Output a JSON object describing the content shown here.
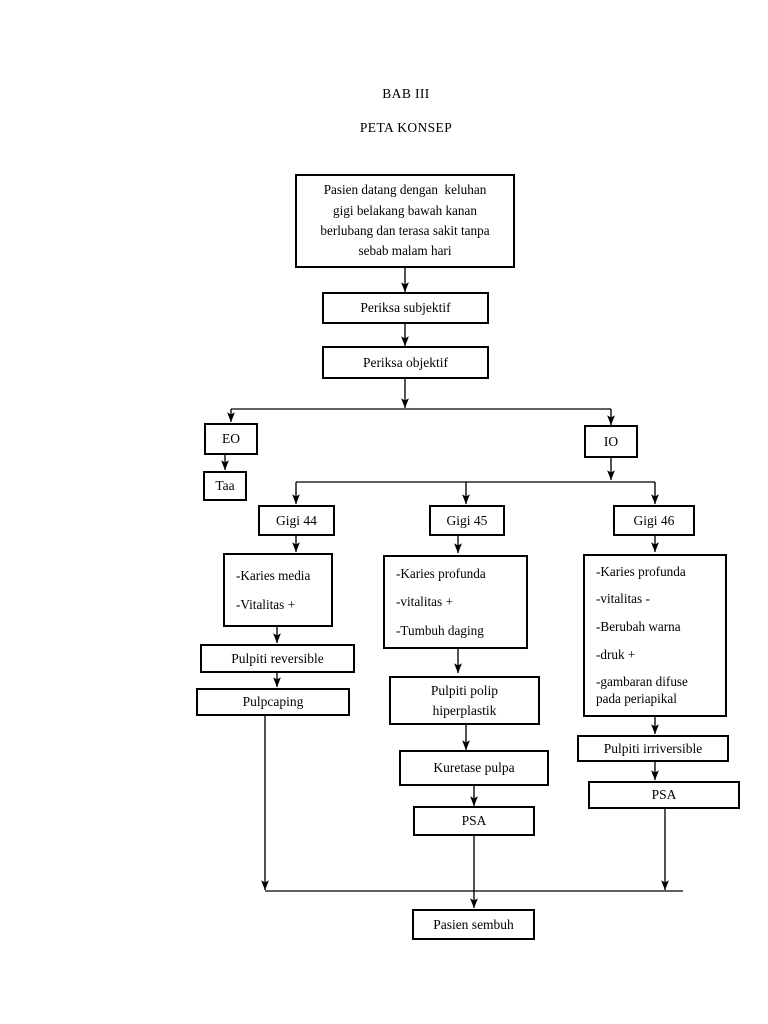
{
  "document": {
    "chapter_heading": "BAB III",
    "subtitle": "PETA KONSEP"
  },
  "flowchart": {
    "nodes": {
      "complaint": {
        "lines": [
          "Pasien datang dengan  keluhan",
          "gigi belakang bawah kanan",
          "berlubang dan terasa sakit tanpa",
          "sebab malam hari"
        ]
      },
      "subjective_exam": {
        "label": "Periksa subjektif"
      },
      "objective_exam": {
        "label": "Periksa objektif"
      },
      "eo": {
        "label": "EO"
      },
      "io": {
        "label": "IO"
      },
      "taa": {
        "label": "Taa"
      },
      "tooth_44": {
        "label": "Gigi 44"
      },
      "tooth_45": {
        "label": "Gigi 45"
      },
      "tooth_46": {
        "label": "Gigi 46"
      },
      "findings_44": {
        "lines": [
          "-Karies media",
          "-Vitalitas +"
        ]
      },
      "findings_45": {
        "lines": [
          "-Karies profunda",
          "-vitalitas +",
          "-Tumbuh daging"
        ]
      },
      "findings_46": {
        "lines": [
          "-Karies profunda",
          "-vitalitas -",
          "-Berubah warna",
          "-druk +",
          "-gambaran difuse\npada periapikal"
        ]
      },
      "diagnosis_44": {
        "label": "Pulpiti reversible"
      },
      "treatment_44": {
        "label": "Pulpcaping"
      },
      "diagnosis_45": {
        "lines": [
          "Pulpiti polip",
          "hiperplastik"
        ]
      },
      "treatment_45a": {
        "label": "Kuretase pulpa"
      },
      "treatment_45b": {
        "label": "PSA"
      },
      "diagnosis_46": {
        "label": "Pulpiti irriversible"
      },
      "treatment_46": {
        "label": "PSA"
      },
      "outcome": {
        "label": "Pasien sembuh"
      }
    },
    "style": {
      "line_color": "#000000",
      "box_border_color": "#000000",
      "background": "#ffffff"
    }
  }
}
